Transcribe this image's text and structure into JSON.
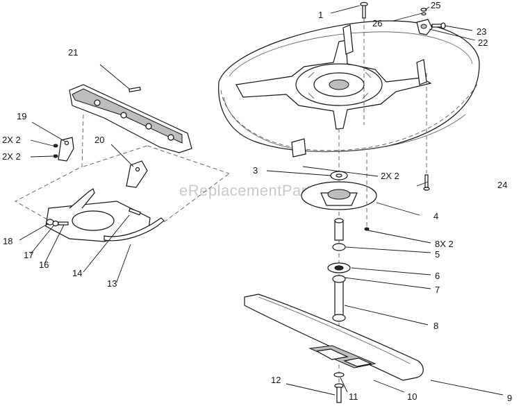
{
  "watermark": "eReplacementParts.com",
  "callouts": {
    "c1": "1",
    "c2": "2X 2",
    "c2a": "2X 2",
    "c2b": "2X 2",
    "c3": "3",
    "c4": "4",
    "c5": "5",
    "c6": "6",
    "c7": "7",
    "c8": "8",
    "c8x2": "8X 2",
    "c9": "9",
    "c10": "10",
    "c11": "11",
    "c12": "12",
    "c13": "13",
    "c14": "14",
    "c16": "16",
    "c17": "17",
    "c18": "18",
    "c19": "19",
    "c20": "20",
    "c21": "21",
    "c22": "22",
    "c23": "23",
    "c24": "24",
    "c25": "25",
    "c26": "26"
  }
}
